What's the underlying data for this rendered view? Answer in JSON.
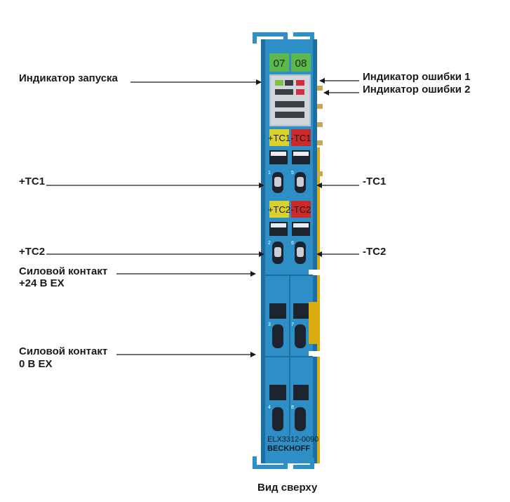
{
  "labels": {
    "run_led": "Индикатор запуска",
    "error_led_1": "Индикатор ошибки 1",
    "error_led_2": "Индикатор ошибки 2",
    "plus_tc1": "+TC1",
    "minus_tc1": "-TC1",
    "plus_tc2": "+TC2",
    "minus_tc2": "-TC2",
    "power_contact_24v_line1": "Силовой контакт",
    "power_contact_24v_line2": "+24 В EX",
    "power_contact_0v_line1": "Силовой контакт",
    "power_contact_0v_line2": "0 В EX",
    "top_view": "Вид сверху"
  },
  "module": {
    "channel_left": "07",
    "channel_right": "08",
    "tag_plus_tc1": "+TC1",
    "tag_minus_tc1": "-TC1",
    "tag_plus_tc2": "+TC2",
    "tag_minus_tc2": "-TC2",
    "model": "ELX3312-0090",
    "brand": "BECKHOFF",
    "terminal_numbers": [
      "1",
      "5",
      "2",
      "6",
      "3",
      "7",
      "4",
      "8"
    ]
  },
  "colors": {
    "housing_blue": "#2e8fc7",
    "housing_dark": "#1d6fa3",
    "side_yellow": "#f5cc1e",
    "tag_green": "#5cb84a",
    "tag_yellow": "#d8d22a",
    "tag_red": "#cc2a2a",
    "led_green": "#7fc241",
    "led_red": "#d03040"
  }
}
